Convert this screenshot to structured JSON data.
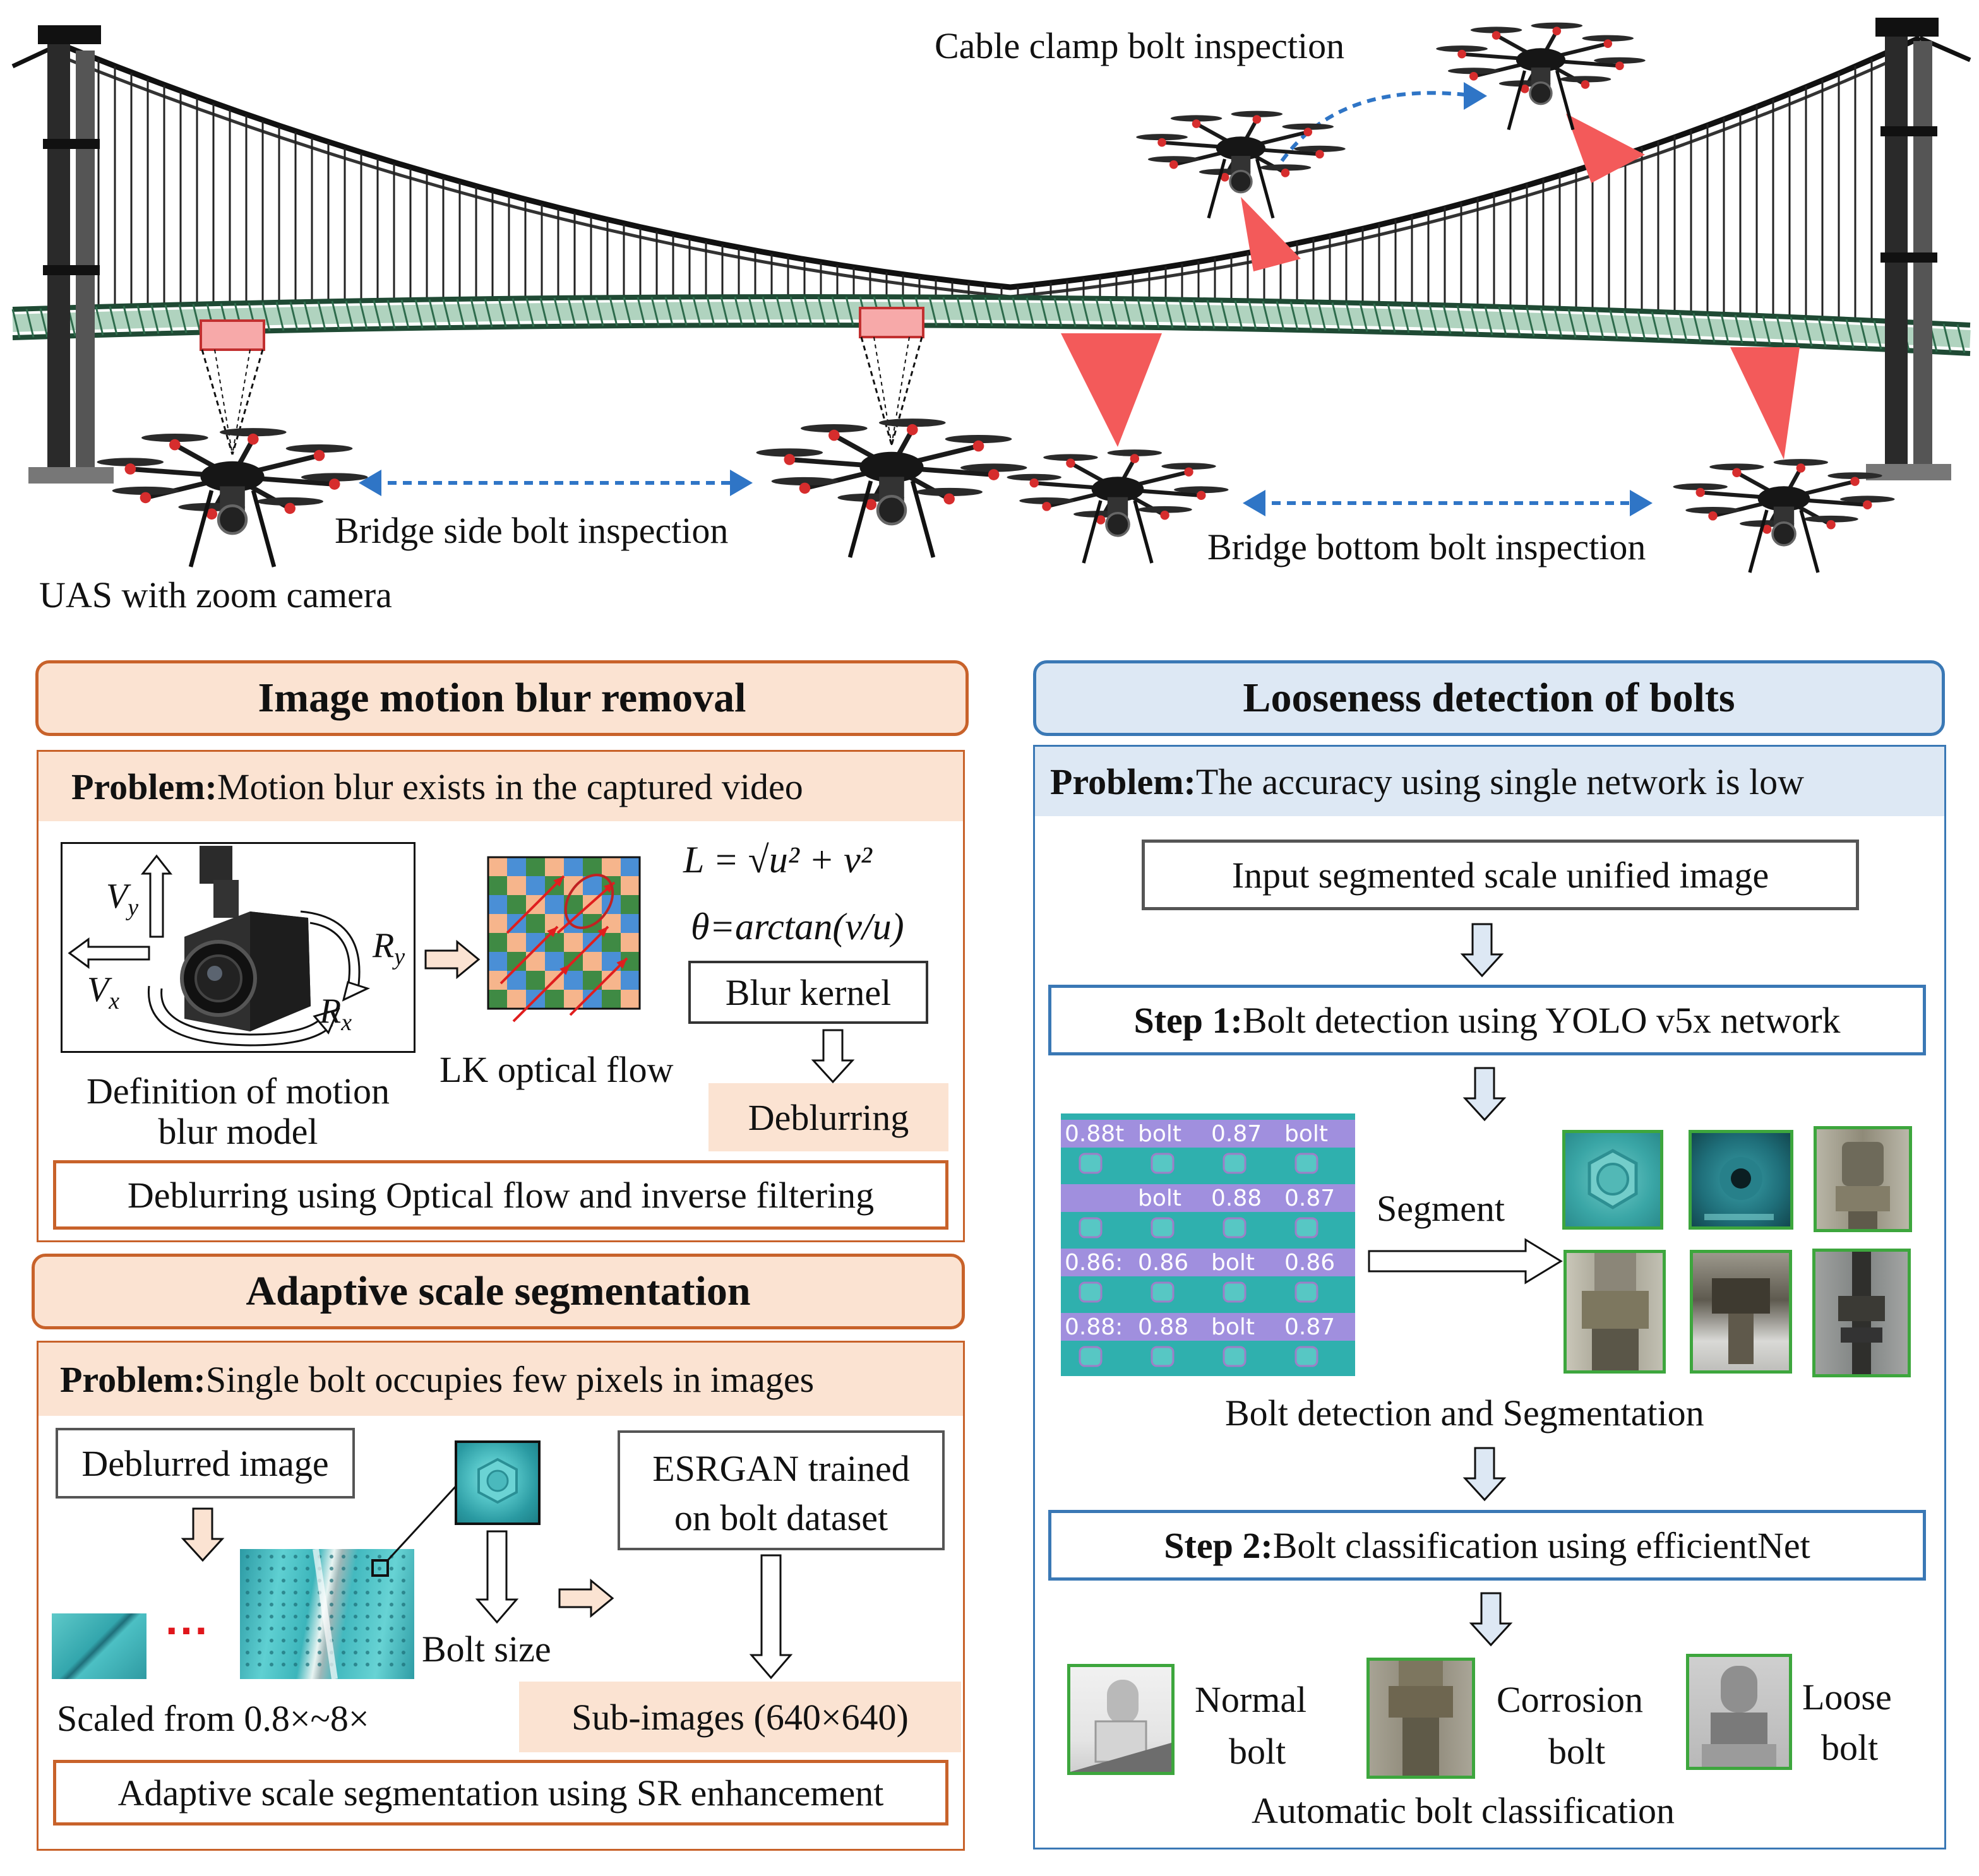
{
  "top_labels": {
    "cable_clamp": "Cable clamp bolt inspection",
    "bridge_side": "Bridge side bolt inspection",
    "bridge_bottom": "Bridge bottom bolt inspection",
    "uas": "UAS with zoom camera"
  },
  "blur_section": {
    "title": "Image motion blur removal",
    "problem_label": "Problem:",
    "problem_text": " Motion blur exists in the captured video",
    "vy": "V",
    "vy_sub": "y",
    "vx": "V",
    "vx_sub": "x",
    "ry": "R",
    "ry_sub": "y",
    "rx": "R",
    "rx_sub": "x",
    "model_caption_1": "Definition of motion",
    "model_caption_2": "blur model",
    "lk_caption": "LK optical flow",
    "formula_l": "L = √u² + v²",
    "formula_theta": "θ=arctan(v/u)",
    "blur_kernel": "Blur kernel",
    "deblurring": "Deblurring",
    "result": "Deblurring using Optical flow and inverse filtering"
  },
  "scale_section": {
    "title": "Adaptive scale segmentation",
    "problem_label": "Problem:",
    "problem_text": " Single bolt occupies few pixels in images",
    "deblurred": "Deblurred image",
    "dots": "···",
    "scaled": "Scaled from 0.8×~8×",
    "bolt_size": "Bolt size",
    "esrgan_1": "ESRGAN  trained",
    "esrgan_2": "on bolt dataset",
    "subimages": "Sub-images (640×640)",
    "result": "Adaptive scale segmentation using SR enhancement"
  },
  "loose_section": {
    "title": "Looseness detection of bolts",
    "problem_label": "Problem:",
    "problem_text": " The accuracy using single network is low",
    "input": "Input segmented scale unified image",
    "step1_label": "Step 1:",
    "step1_text": " Bolt detection using YOLO  v5x network",
    "det_rows": [
      [
        "0.88t",
        "bolt",
        "0.87",
        "bolt"
      ],
      [
        "",
        "bolt",
        "0.88",
        "0.87"
      ],
      [
        "0.86:",
        "0.86",
        "bolt",
        "0.86"
      ],
      [
        "0.88:",
        "0.88",
        "bolt",
        "0.87"
      ]
    ],
    "segment": "Segment",
    "det_caption": "Bolt detection and Segmentation",
    "step2_label": "Step 2:",
    "step2_text": " Bolt classification using efficientNet",
    "normal_1": "Normal",
    "normal_2": "bolt",
    "corrosion_1": "Corrosion",
    "corrosion_2": "bolt",
    "loose_1": "Loose",
    "loose_2": "bolt",
    "class_caption": "Automatic bolt classification"
  },
  "colors": {
    "orange_border": "#c8622a",
    "orange_fill": "#fbe3d2",
    "blue_border": "#3a78b5",
    "blue_fill": "#dde8f4",
    "green_border": "#3da63d",
    "red_cone": "#f35a5a",
    "flow_arrow": "#2f75c6",
    "bridge_green": "#4f8f6a"
  }
}
